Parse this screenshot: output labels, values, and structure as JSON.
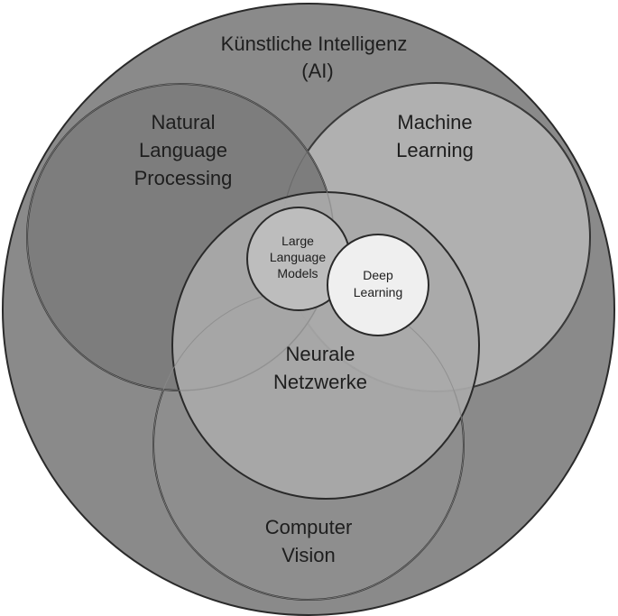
{
  "diagram": {
    "ai": {
      "line1": "Künstliche Intelligenz",
      "line2": "(AI)"
    },
    "nlp": {
      "line1": "Natural",
      "line2": "Language",
      "line3": "Processing"
    },
    "ml": {
      "line1": "Machine",
      "line2": "Learning"
    },
    "nn": {
      "line1": "Neurale",
      "line2": "Netzwerke"
    },
    "llm": {
      "line1": "Large",
      "line2": "Language",
      "line3": "Models"
    },
    "dl": {
      "line1": "Deep",
      "line2": "Learning"
    },
    "cv": {
      "line1": "Computer",
      "line2": "Vision"
    }
  },
  "colors": {
    "ai_fill": "#8a8a8a",
    "nlp_fill": "#7d7d7d",
    "ml_fill": "#b0b0b0",
    "nn_fill": "#a9a9a9",
    "cv_fill": "#8e8e8e",
    "llm_fill": "#bdbdbd",
    "dl_fill": "#efefef",
    "stroke": "#2a2a2a"
  }
}
